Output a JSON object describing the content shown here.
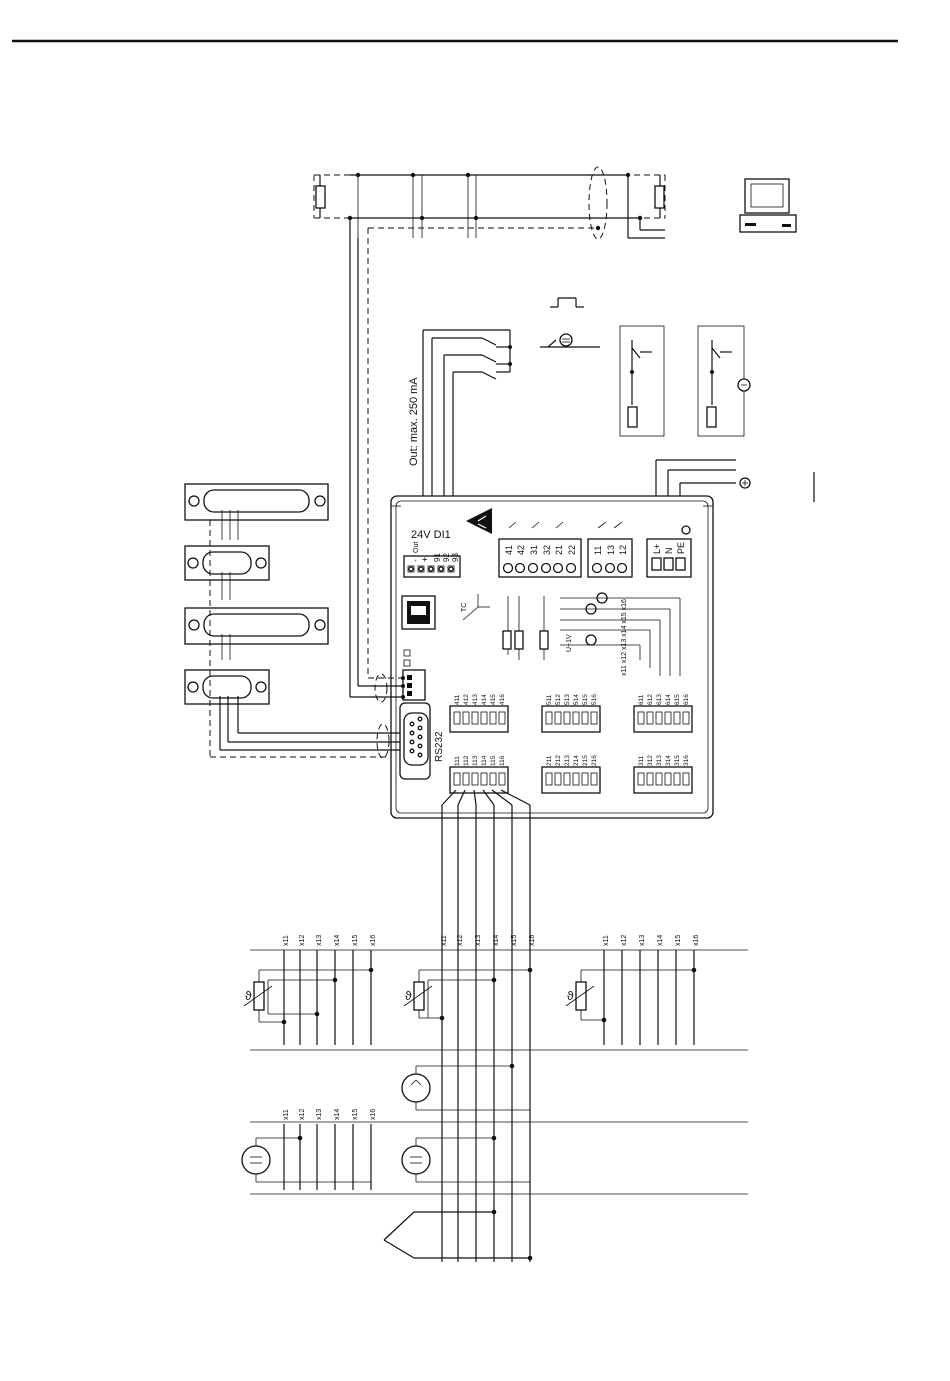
{
  "labels": {
    "out_max": "Out: max. 250 mA",
    "din": "24V DI1",
    "out": "Out",
    "minus": "-",
    "plus": "+",
    "rs232": "RS232",
    "tc": "TC",
    "uiv": "U~1V",
    "lplus": "L+",
    "n": "N",
    "pe": "PE",
    "theta": "ϑ",
    "x_row": "x11 x12 x13 x14 x15 x16"
  },
  "din_terms": [
    "91",
    "92",
    "93"
  ],
  "relay_terms": [
    "41",
    "42",
    "31",
    "32",
    "21",
    "22"
  ],
  "status_terms": [
    "11",
    "13",
    "12"
  ],
  "slots": [
    {
      "id": "slot-4",
      "terms": [
        "411",
        "412",
        "413",
        "414",
        "415",
        "416"
      ]
    },
    {
      "id": "slot-5",
      "terms": [
        "511",
        "512",
        "513",
        "514",
        "515",
        "516"
      ]
    },
    {
      "id": "slot-6",
      "terms": [
        "611",
        "612",
        "613",
        "614",
        "615",
        "616"
      ]
    },
    {
      "id": "slot-1",
      "terms": [
        "111",
        "112",
        "113",
        "114",
        "115",
        "116"
      ]
    },
    {
      "id": "slot-2",
      "terms": [
        "211",
        "212",
        "213",
        "214",
        "215",
        "216"
      ]
    },
    {
      "id": "slot-3",
      "terms": [
        "311",
        "312",
        "313",
        "314",
        "315",
        "316"
      ]
    }
  ],
  "x_terms": [
    "x11",
    "x12",
    "x13",
    "x14",
    "x15",
    "x16"
  ],
  "icons": [
    "computer-icon",
    "esd-warning-icon",
    "thermocouple-icon",
    "rtd-icon",
    "current-source-icon",
    "ground-icon"
  ]
}
